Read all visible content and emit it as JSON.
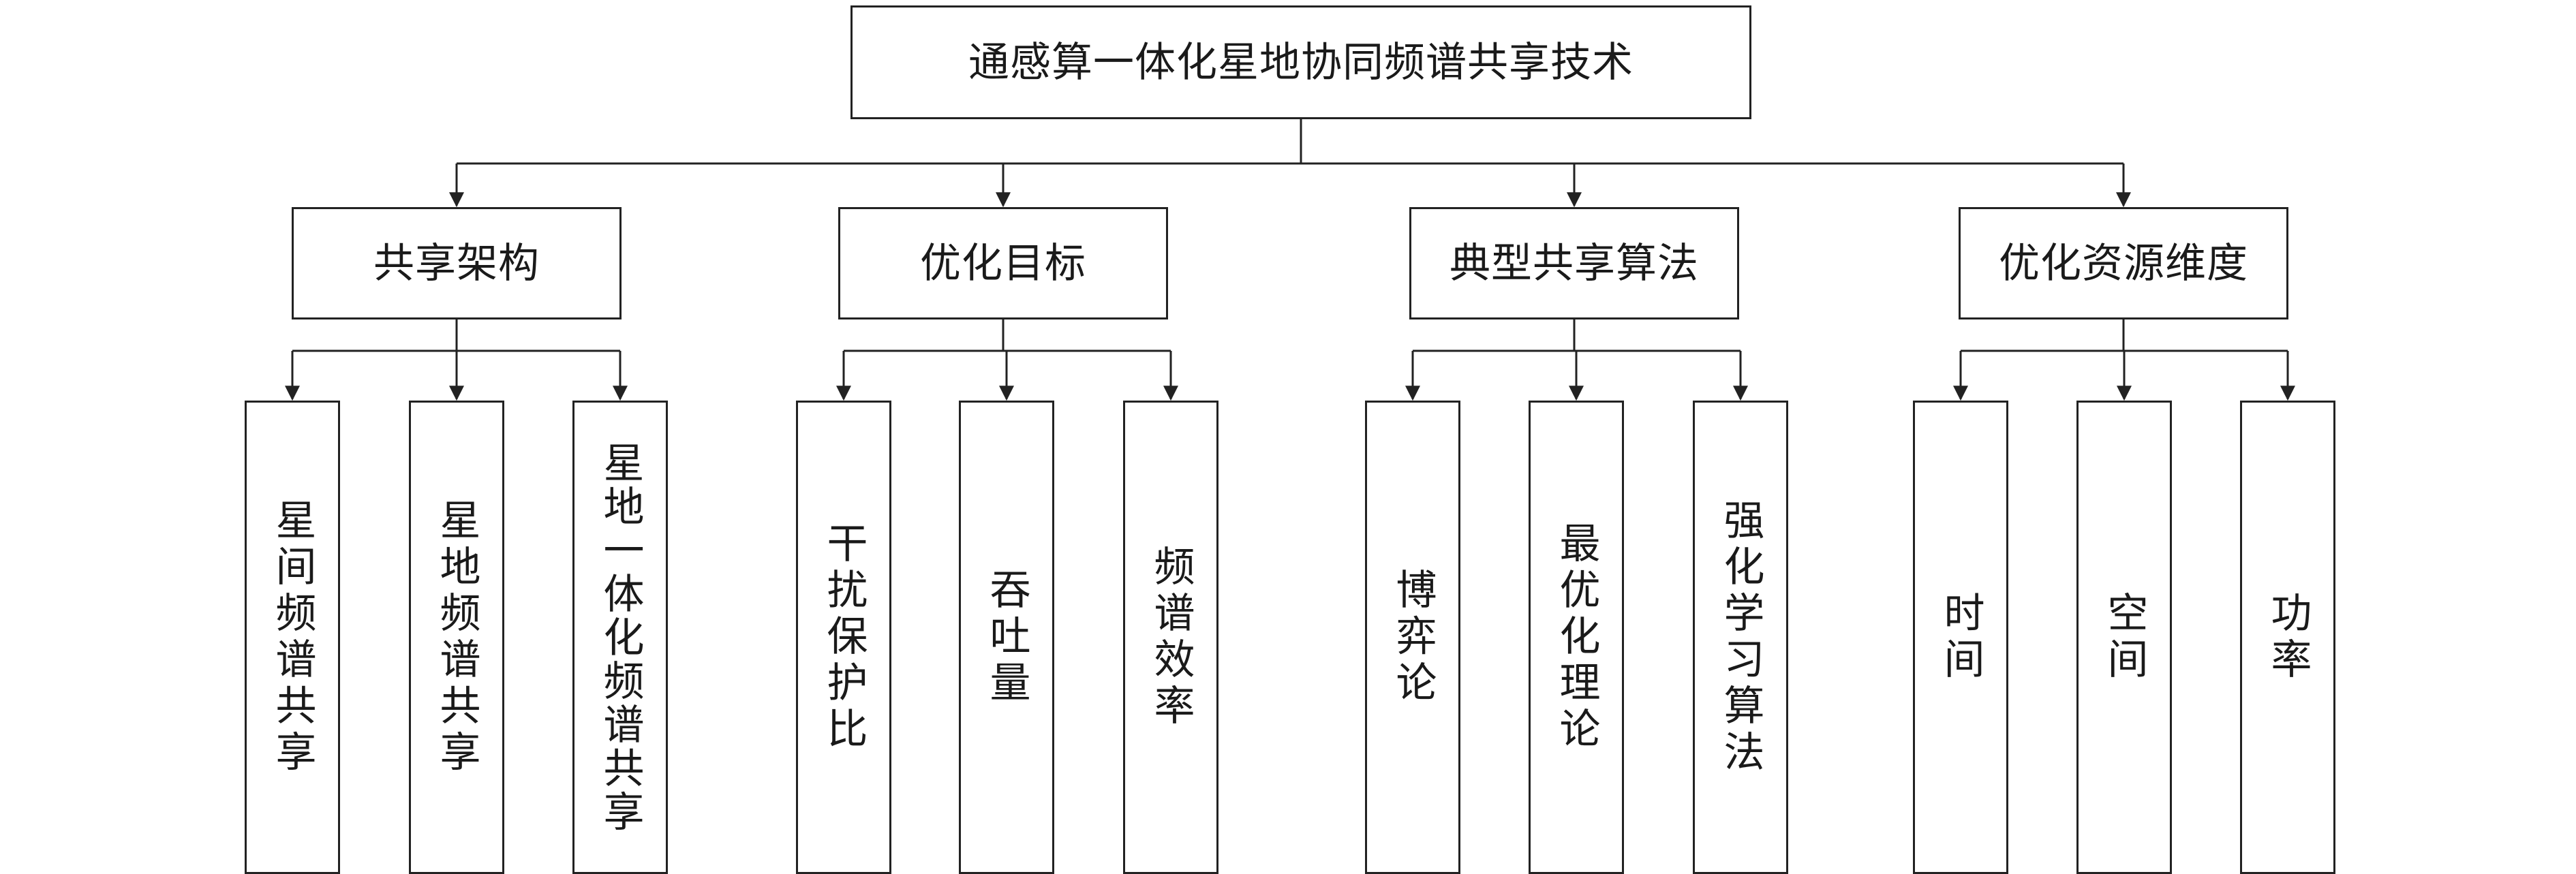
{
  "root": {
    "label": "通感算一体化星地协同频谱共享技术"
  },
  "categories": [
    {
      "label": "共享架构",
      "children": [
        "星间频谱共享",
        "星地频谱共享",
        "星地一体化频谱共享"
      ]
    },
    {
      "label": "优化目标",
      "children": [
        "干扰保护比",
        "吞吐量",
        "频谱效率"
      ]
    },
    {
      "label": "典型共享算法",
      "children": [
        "博弈论",
        "最优化理论",
        "强化学习算法"
      ]
    },
    {
      "label": "优化资源维度",
      "children": [
        "时间",
        "空间",
        "功率"
      ]
    }
  ]
}
